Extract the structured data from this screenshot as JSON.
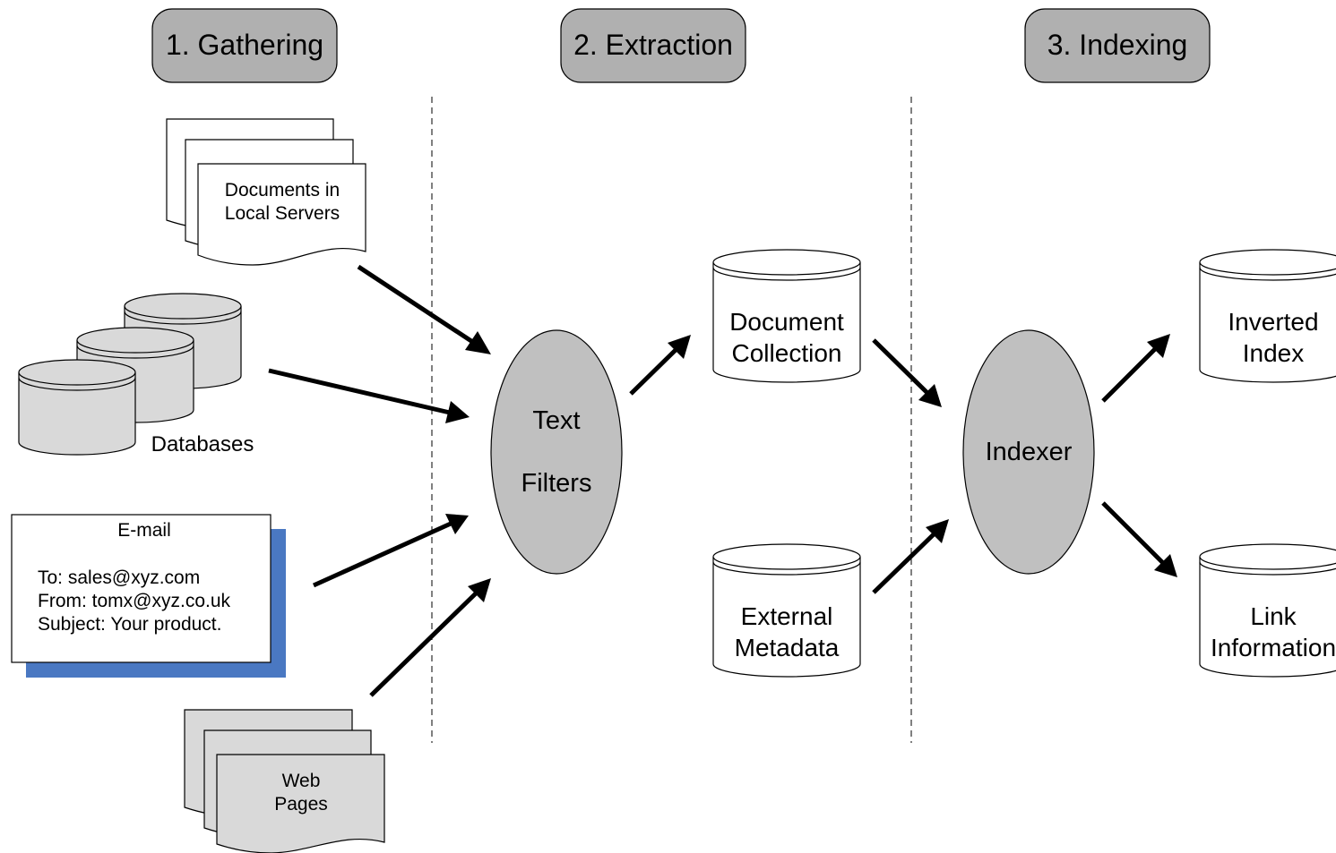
{
  "stages": [
    {
      "label": "1. Gathering"
    },
    {
      "label": "2. Extraction"
    },
    {
      "label": "3. Indexing"
    }
  ],
  "sources": {
    "documents_line1": "Documents in",
    "documents_line2": "Local Servers",
    "databases": "Databases",
    "email": {
      "title": "E-mail",
      "to": "To: sales@xyz.com",
      "from": "From: tomx@xyz.co.uk",
      "subject": "Subject: Your product."
    },
    "web_line1": "Web",
    "web_line2": "Pages"
  },
  "extraction": {
    "filter_line1": "Text",
    "filter_line2": "Filters",
    "doc_collection_line1": "Document",
    "doc_collection_line2": "Collection",
    "external_line1": "External",
    "external_line2": "Metadata"
  },
  "indexing": {
    "indexer": "Indexer",
    "inverted_line1": "Inverted",
    "inverted_line2": "Index",
    "link_line1": "Link",
    "link_line2": "Information"
  },
  "colors": {
    "stage_fill": "#b0b0b0",
    "shape_fill_gray": "#d9d9d9",
    "ellipse_fill": "#c0c0c0",
    "email_shadow": "#4a78c2",
    "arrow": "#000000"
  }
}
